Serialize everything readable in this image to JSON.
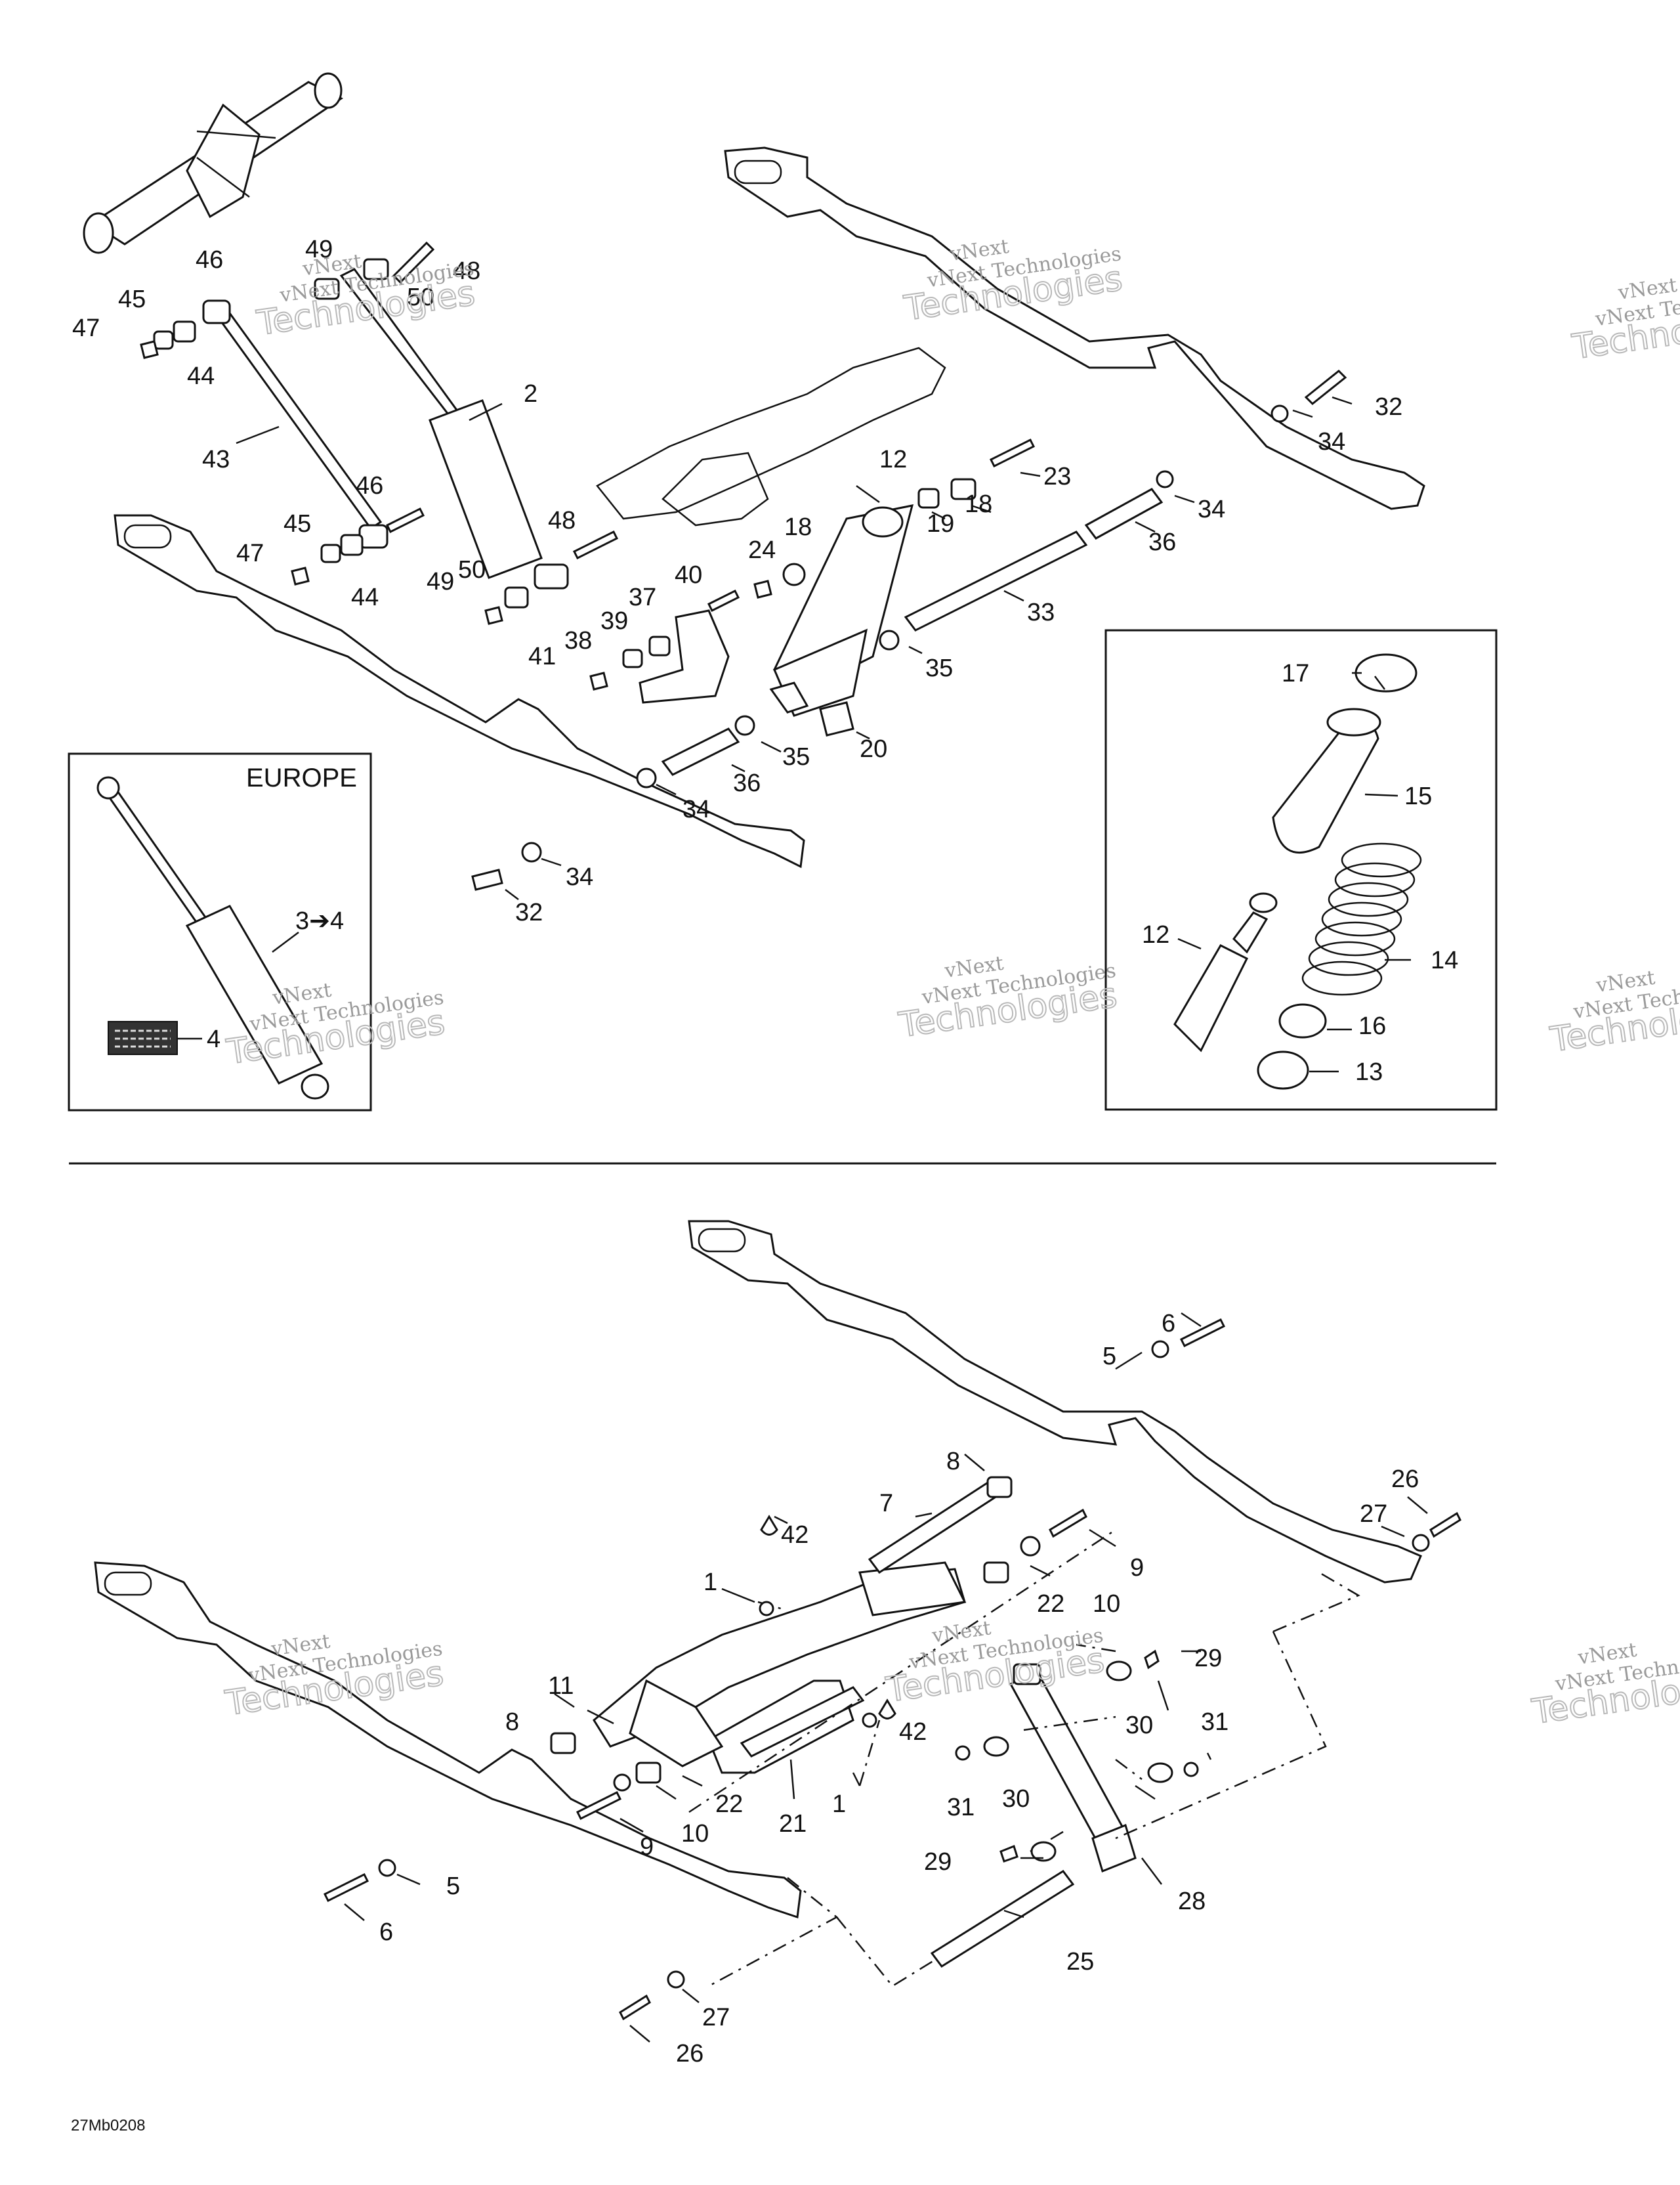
{
  "inset_left_title": "EUROPE",
  "inset_left_callouts": [
    "3➔4",
    "4"
  ],
  "upper_callouts": [
    "2",
    "12",
    "13",
    "14",
    "15",
    "16",
    "17",
    "18",
    "18",
    "19",
    "20",
    "23",
    "24",
    "32",
    "32",
    "33",
    "34",
    "34",
    "34",
    "34",
    "35",
    "35",
    "36",
    "36",
    "37",
    "38",
    "39",
    "40",
    "41",
    "43",
    "44",
    "44",
    "45",
    "45",
    "46",
    "46",
    "47",
    "47",
    "48",
    "48",
    "49",
    "49",
    "50",
    "50",
    "12"
  ],
  "lower_callouts": [
    "1",
    "1",
    "5",
    "5",
    "6",
    "6",
    "7",
    "8",
    "8",
    "9",
    "9",
    "10",
    "10",
    "11",
    "21",
    "22",
    "22",
    "25",
    "26",
    "26",
    "27",
    "27",
    "28",
    "29",
    "29",
    "30",
    "30",
    "31",
    "31",
    "42",
    "42"
  ],
  "watermark_line1": "vNext",
  "watermark_line2": "vNext Technologies",
  "watermark_line3": "Technologies",
  "figure_code": "27Mb0208"
}
